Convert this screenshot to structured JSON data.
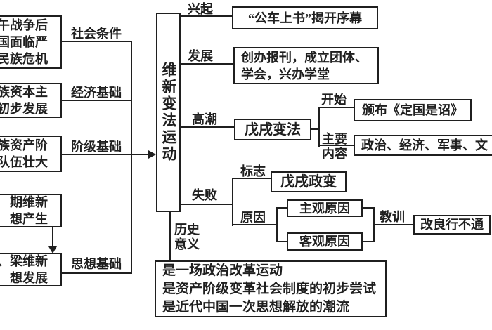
{
  "center_box": {
    "title": "维新变法运动"
  },
  "left_column": {
    "boxes": [
      {
        "lines": [
          "午战争后",
          "国面临严",
          "民族危机"
        ]
      },
      {
        "lines": [
          "族资本主",
          "初步发展"
        ]
      },
      {
        "lines": [
          "族资产阶",
          "队伍壮大"
        ]
      },
      {
        "lines": [
          "期维新",
          "想产生"
        ]
      },
      {
        "lines": [
          "、梁维新",
          "想发展"
        ]
      }
    ],
    "labels": {
      "social": "社会条件",
      "economic": "经济基础",
      "class": "阶级基础",
      "thought": "思想基础"
    }
  },
  "branches": {
    "rise": {
      "label": "兴起",
      "box": "“公车上书”揭开序幕"
    },
    "develop": {
      "label": "发展",
      "box_lines": [
        "创办报刊，成立团体、",
        "学会，兴办学堂"
      ]
    },
    "climax": {
      "label": "高潮",
      "box": "戊戌变法",
      "start": {
        "label": "开始",
        "box": "颁布《定国是诏》"
      },
      "content": {
        "label_line1": "主要",
        "label_line2": "内容",
        "box": "政治、经济、军事、文"
      }
    },
    "failure": {
      "label": "失败",
      "mark": {
        "label": "标志",
        "box": "戊戌政变"
      },
      "reason": {
        "label": "原因",
        "subjective": "主观原因",
        "objective": "客观原因"
      },
      "lesson": {
        "label": "教训",
        "box": "改良行不通"
      }
    },
    "significance": {
      "label_line1": "历史",
      "label_line2": "意义",
      "box_lines": [
        "是一场政治改革运动",
        "是资产阶级变革社会制度的初步尝试",
        "是近代中国一次思想解放的潮流"
      ]
    }
  },
  "colors": {
    "ink": "#1f1f1f",
    "background": "#ffffff"
  }
}
